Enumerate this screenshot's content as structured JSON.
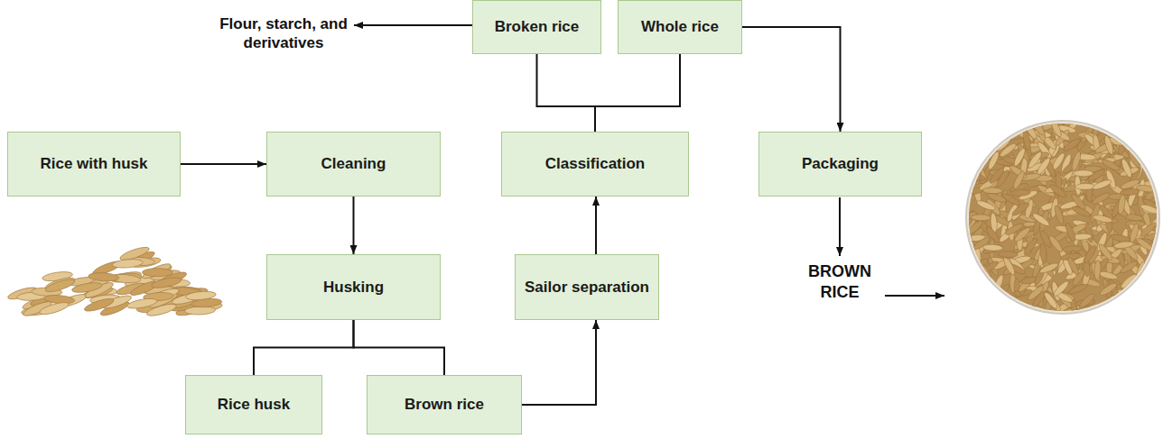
{
  "diagram": {
    "nodes": [
      {
        "text": [
          "Rice with husk"
        ]
      },
      {
        "text": [
          "Cleaning"
        ]
      },
      {
        "text": [
          "Husking"
        ]
      },
      {
        "text": [
          "Rice husk"
        ]
      },
      {
        "text": [
          "Brown rice"
        ]
      },
      {
        "text": [
          "Sailor separation"
        ]
      },
      {
        "text": [
          "Classification"
        ]
      },
      {
        "text": [
          "Broken rice"
        ]
      },
      {
        "text": [
          "Whole rice"
        ]
      },
      {
        "text": [
          "Packaging"
        ]
      }
    ],
    "edges": [
      {
        "from": 0,
        "to": 1,
        "arrow": "to"
      },
      {
        "from": 1,
        "to": 2,
        "arrow": "to"
      },
      {
        "from": 2,
        "to": 3,
        "arrow": "none"
      },
      {
        "from": 2,
        "to": 4,
        "arrow": "none"
      },
      {
        "from": 4,
        "to": 5,
        "arrow": "to"
      },
      {
        "from": 5,
        "to": 6,
        "arrow": "to"
      },
      {
        "from": 6,
        "to": 7,
        "arrow": "none"
      },
      {
        "from": 6,
        "to": 8,
        "arrow": "none"
      },
      {
        "from": 8,
        "to": 9,
        "arrow": "to"
      }
    ],
    "labels": [
      "Flour, starch, and derivatives",
      "BROWN RICE"
    ]
  }
}
